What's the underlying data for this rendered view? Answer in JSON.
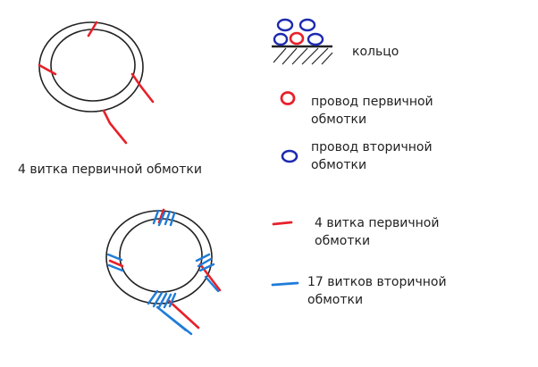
{
  "colors": {
    "primary": "#e8202a",
    "secondary": "#1e7cd8",
    "secondary_dark": "#1c2ab0",
    "ring": "#222222",
    "background": "#ffffff"
  },
  "labels": {
    "top_ring_caption": "4 витка первичной обмотки",
    "legend_ring": "кольцо",
    "legend_primary_wire": [
      "провод первичной",
      "обмотки"
    ],
    "legend_secondary_wire": [
      "провод вторичной",
      "обмотки"
    ],
    "legend_primary_turns": [
      "4 витка первичной",
      "обмотки"
    ],
    "legend_secondary_turns": [
      "17 витков вторичной",
      "обмотки"
    ]
  },
  "counts": {
    "primary_turns": 4,
    "secondary_turns": 17
  }
}
